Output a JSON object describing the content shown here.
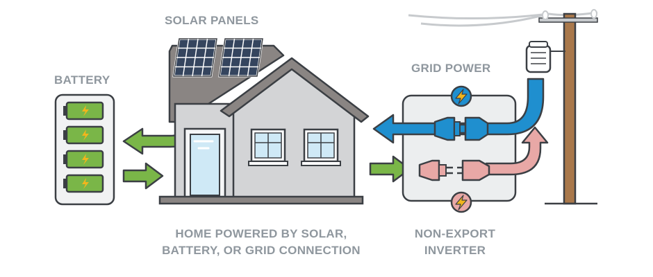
{
  "labels": {
    "solar_panels": "SOLAR PANELS",
    "battery": "BATTERY",
    "grid_power": "GRID POWER",
    "home_line1": "HOME POWERED BY SOLAR,",
    "home_line2": "BATTERY, OR GRID CONNECTION",
    "inverter_line1": "NON-EXPORT",
    "inverter_line2": "INVERTER"
  },
  "colors": {
    "label": "#8f979e",
    "outline": "#3b3f44",
    "roof": "#8a8583",
    "wall": "#d3d4d6",
    "solar_arrow": "#7ab648",
    "grid_arrow": "#1f8fcf",
    "export_arrow": "#e8a8a6",
    "battery_cell": "#7ab648",
    "bolt": "#f2b51c",
    "pole": "#a9784b",
    "panel": "#35455e"
  },
  "icons": {
    "battery": "battery-icon",
    "solar": "solar-panel-icon",
    "house": "house-icon",
    "inverter": "inverter-icon",
    "plug": "plug-icon",
    "bolt": "lightning-bolt-icon",
    "pole": "utility-pole-icon",
    "meter": "electric-meter-icon"
  }
}
